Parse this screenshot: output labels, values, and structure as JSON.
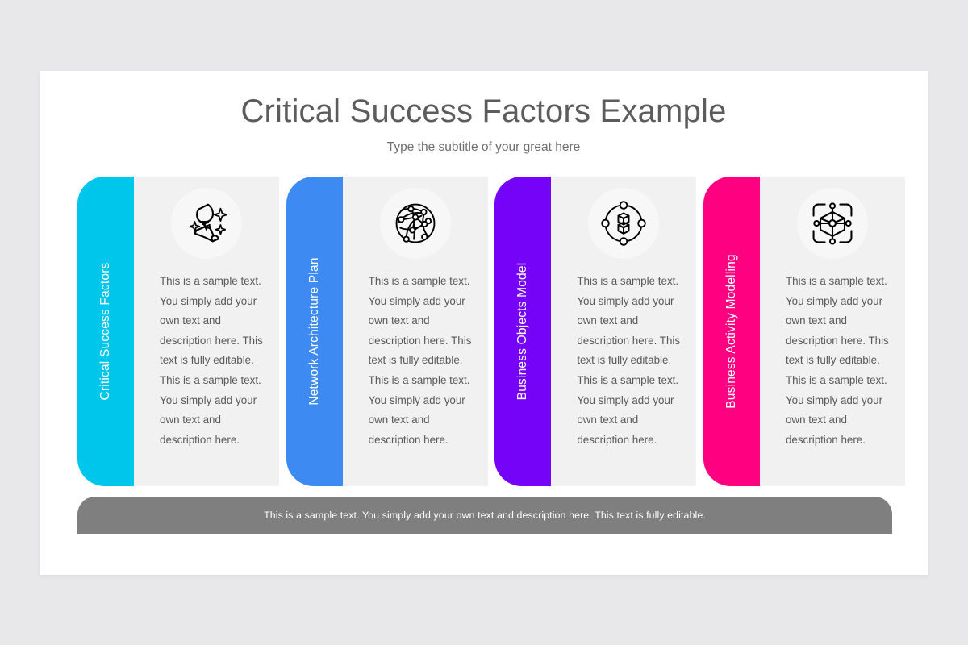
{
  "slide": {
    "title": "Critical Success Factors Example",
    "subtitle": "Type the subtitle of your great here",
    "body_text": "This is a sample text. You simply add your own text and description here. This text is fully editable. This is a sample text. You simply add your own text and description here.",
    "footer_text": "This is a sample text. You simply add your own text and description here. This text is fully editable.",
    "background_color": "#e8e8ea",
    "slide_color": "#ffffff",
    "footer_color": "#7f7f7f",
    "panel_color": "#f1f1f1",
    "icon_circle_color": "#f7f7f7",
    "title_color": "#5c5c5c",
    "body_text_color": "#595959"
  },
  "cards": [
    {
      "label": "Critical Success Factors",
      "color": "#00c6ec",
      "icon": "trophy-sparkle-icon",
      "text": "This is a sample text. You simply add your own text and description here. This text is fully editable. This is a sample text. You simply add your own text and description here."
    },
    {
      "label": "Network Architecture Plan",
      "color": "#3d8bf2",
      "icon": "network-globe-icon",
      "text": "This is a sample text. You simply add your own text and description here. This text is fully editable. This is a sample text. You simply add your own text and description here."
    },
    {
      "label": "Business Objects Model",
      "color": "#7503f7",
      "icon": "cube-nodes-icon",
      "text": "This is a sample text. You simply add your own text and description here. This text is fully editable. This is a sample text. You simply add your own text and description here."
    },
    {
      "label": "Business Activity Modelling",
      "color": "#ff0080",
      "icon": "hexagon-frame-icon",
      "text": "This is a sample text. You simply add your own text and description here. This text is fully editable. This is a sample text. You simply add your own text and description here."
    }
  ]
}
